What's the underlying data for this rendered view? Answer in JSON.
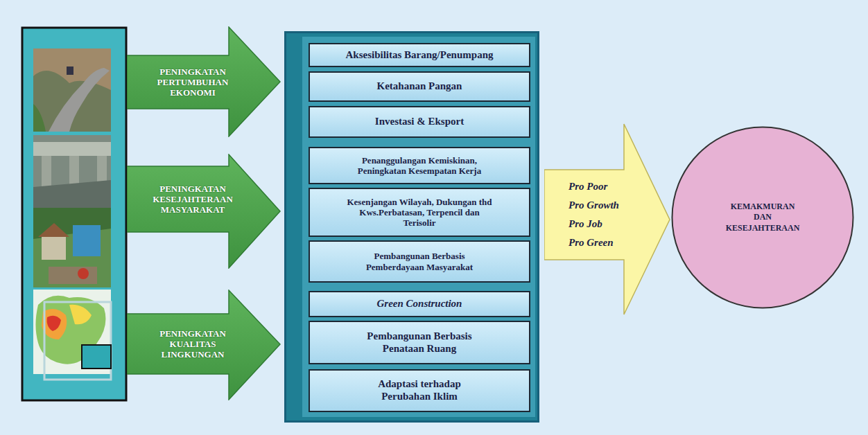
{
  "diagram": {
    "nodes": [
      {
        "text": [
          "PENINGKATAN PERTUMBUHAN EKONOMI"
        ]
      },
      {
        "text": [
          "PENINGKATAN KESEJAHTERAAN MASYARAKAT"
        ]
      },
      {
        "text": [
          "PENINGKATAN KUALITAS LINGKUNGAN"
        ]
      },
      {
        "text": [
          "Aksesibilitas Barang/Penumpang"
        ]
      },
      {
        "text": [
          "Ketahanan Pangan"
        ]
      },
      {
        "text": [
          "Investasi & Eksport"
        ]
      },
      {
        "text": [
          "Penanggulangan Kemiskinan, Peningkatan Kesempatan Kerja"
        ]
      },
      {
        "text": [
          "Kesenjangan Wilayah, Dukungan thd Kws.Perbatasan, Terpencil dan Terisolir"
        ]
      },
      {
        "text": [
          "Pembangunan Berbasis Pemberdayaan Masyarakat"
        ]
      },
      {
        "text": [
          "Green Construction"
        ]
      },
      {
        "text": [
          "Pembangunan Berbasis Penataan Ruang"
        ]
      },
      {
        "text": [
          "Adaptasi terhadap Perubahan Iklim"
        ]
      },
      {
        "text": [
          "Pro Poor",
          "Pro Growth",
          "Pro Job",
          "Pro Green"
        ]
      },
      {
        "text": [
          "KEMAKMURAN DAN KESEJAHTERAAN"
        ]
      }
    ]
  }
}
